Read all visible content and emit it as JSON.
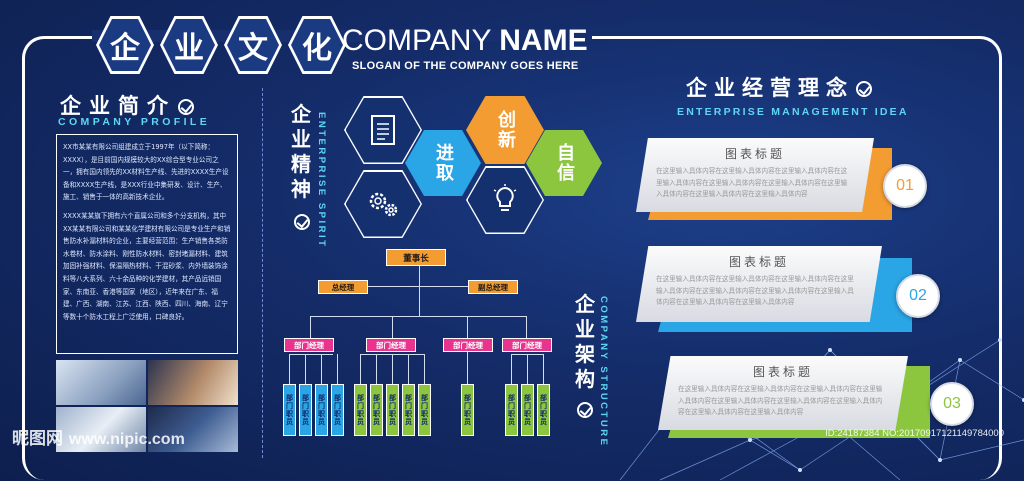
{
  "header": {
    "title_chars": [
      "企",
      "业",
      "文",
      "化"
    ],
    "company_light": "COMPANY",
    "company_bold": "NAME",
    "slogan": "SLOGAN OF THE COMPANY GOES HERE"
  },
  "intro": {
    "title": "企业简介",
    "subtitle": "COMPANY PROFILE",
    "paragraph1": "XX市某某有限公司组建成立于1997年（以下简称：XXXX），是目前国内规模较大的XX综合型专业公司之一，拥有国内领先的XX材料生产线、先进的XXXX生产设备和XXXX生产线，是XXX行业中集研发、设计、生产、施工、销售于一体的高新技术企业。",
    "paragraph2": "XXXX某某旗下拥有六个直属公司和多个分支机构，其中XX某某有限公司和某某化学建材有限公司是专业生产和销售防水补漏材料的企业，主要经营范围：生产销售各类防水卷材、防水涂料、刚性防水材料、密封堵漏材料、建筑加固补强材料、保温隔热材料、干混砂浆、内外墙装饰涂料等八大系列、六十余品种的化学建材，其产品远销国家、东南亚、香港等国家（地区），近年来在广东、福建、广西、湖南、江苏、江西、陕西、四川、海南、辽宁等数十个防水工程上广泛使用，口碑良好。"
  },
  "spirit": {
    "title": "企业精神",
    "subtitle": "ENTERPRISE SPIRIT",
    "words": {
      "jinqu": "进取",
      "chuangxin": "创新",
      "zixin": "自信"
    }
  },
  "org": {
    "chairman": "董事长",
    "gm": "总经理",
    "vgm": "副总经理",
    "dept": "部门经理",
    "staff": "部门职员"
  },
  "structure": {
    "title": "企业架构",
    "subtitle": "COMPANY STRUCTURE"
  },
  "idea": {
    "title": "企业经营理念",
    "subtitle": "ENTERPRISE MANAGEMENT IDEA",
    "cards": [
      {
        "title": "图表标题",
        "number": "01",
        "text": "在这里输入具体内容在这里输入具体内容在这里输入具体内容在这里输入具体内容在这里输入具体内容在这里输入具体内容在这里输入具体内容在这里输入具体内容在这里输入具体内容"
      },
      {
        "title": "图表标题",
        "number": "02",
        "text": "在这里输入具体内容在这里输入具体内容在这里输入具体内容在这里输入具体内容在这里输入具体内容在这里输入具体内容在这里输入具体内容在这里输入具体内容在这里输入具体内容"
      },
      {
        "title": "图表标题",
        "number": "03",
        "text": "在这里输入具体内容在这里输入具体内容在这里输入具体内容在这里输入具体内容在这里输入具体内容在这里输入具体内容在这里输入具体内容在这里输入具体内容在这里输入具体内容"
      }
    ]
  },
  "watermark": {
    "logo": "昵图网",
    "url": "www.nipic.com",
    "id": "ID:24187384 NO:20170917121149784000"
  },
  "colors": {
    "orange": "#f39c32",
    "blue": "#2aa5e6",
    "green": "#8cc63f",
    "pink": "#e8348f",
    "cyan": "#5ed6f3"
  }
}
